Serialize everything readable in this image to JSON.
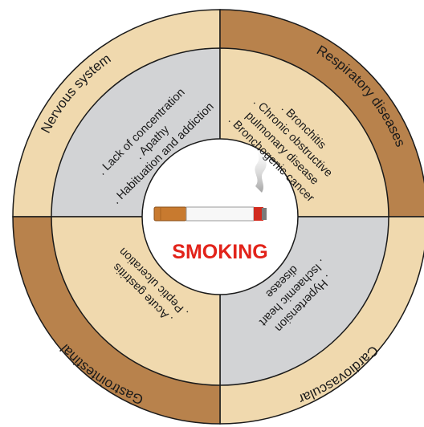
{
  "center": {
    "label": "SMOKING"
  },
  "colors": {
    "outer_light": "#f0d9ae",
    "outer_dark": "#b8824c",
    "inner_grey": "#d2d3d5",
    "inner_light": "#f0d9ae",
    "center": "#ffffff",
    "outline": "#1a1a1a",
    "accent_red": "#e2231a"
  },
  "icons": {
    "center": "cigarette-icon"
  },
  "sections": [
    {
      "id": "nervous",
      "title": "Nervous system",
      "items": [
        ". Lack of concentration",
        ". Apathy",
        ". Habituation and addiction"
      ]
    },
    {
      "id": "respiratory",
      "title": "Respiratory diseases",
      "items": [
        ". Bronchitis",
        ". Chronic obstructive",
        "pulmonary disease",
        ". Bronchogenic cancer"
      ]
    },
    {
      "id": "cardiovascular",
      "title": "Cardiovascular",
      "items": [
        ". Hypertension",
        ". Ischaemic heart",
        "disease"
      ]
    },
    {
      "id": "gastrointestinal",
      "title": "Gastrointestinal",
      "items": [
        ". Acute gastritis",
        ". Peptic ulceration"
      ]
    }
  ]
}
